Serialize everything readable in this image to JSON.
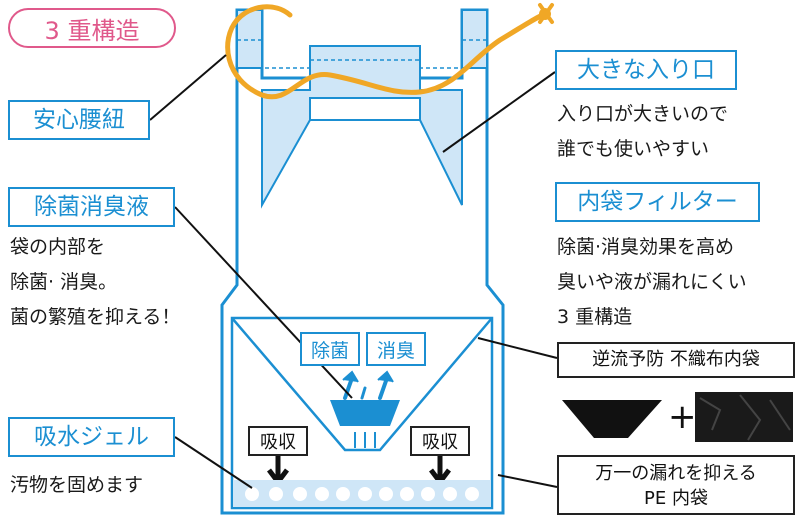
{
  "title": "3 重構造",
  "labels": {
    "waist_cord": "安心腰紐",
    "big_opening": "大きな入り口",
    "big_opening_desc": [
      "入り口が大きいので",
      "誰でも使いやすい"
    ],
    "disinfect_liquid": "除菌消臭液",
    "disinfect_desc": [
      "袋の内部を",
      "除菌· 消臭。",
      "菌の繁殖を抑える！"
    ],
    "inner_filter": "内袋フィルター",
    "inner_filter_desc": [
      "除菌·消臭効果を高め",
      "臭いや液が漏れにくい",
      "3 重構造"
    ],
    "absorb_gel": "吸水ジェル",
    "absorb_gel_desc": "汚物を固めます",
    "backflow": "逆流予防 不織布内袋",
    "pe_bag_line1": "万一の漏れを抑える",
    "pe_bag_line2": "PE 内袋",
    "plus": "+"
  },
  "inner": {
    "disinfect": "除菌",
    "deodorize": "消臭",
    "absorb_left": "吸収",
    "absorb_right": "吸収"
  },
  "colors": {
    "brand_blue": "#1b8fd2",
    "light_blue": "#cfe6f7",
    "cord_orange": "#f0a726",
    "pink": "#e0598b"
  }
}
